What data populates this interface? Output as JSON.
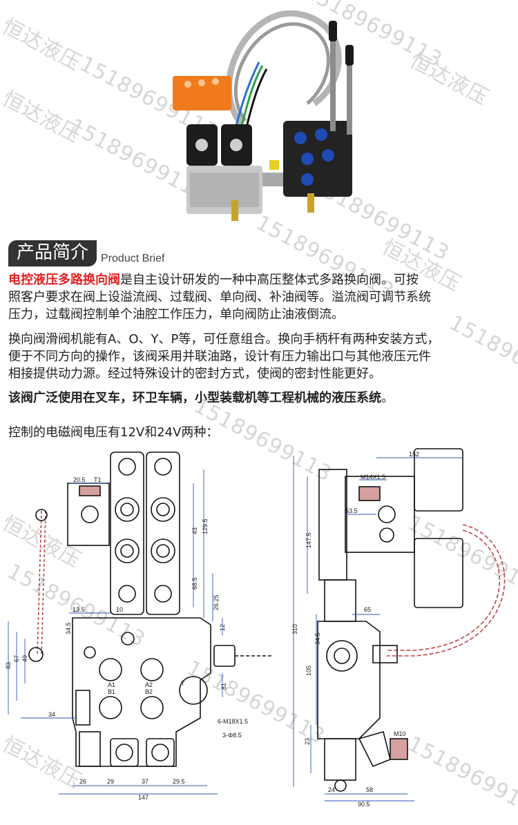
{
  "watermark": {
    "brand": "恒达液压",
    "phone": "15189699113"
  },
  "section": {
    "title_cn": "产品简介",
    "title_en": "Product Brief"
  },
  "intro": {
    "highlight": "电控液压多路换向阀",
    "line1_rest": "是自主设计研发的一种中高压整体式多路换向阀。可按",
    "line2": "照客户要求在阀上设溢流阀、过载阀、单向阀、补油阀等。溢流阀可调节系统",
    "line3": "压力，过载阀控制单个油腔工作压力，单向阀防止油液倒流。"
  },
  "spool": {
    "line1": "换向阀滑阀机能有A、O、Y、P等，可任意组合。换向手柄杆有两种安装方式，",
    "line2": "便于不同方向的操作，该阀采用并联油路，设计有压力输出口与其他液压元件",
    "line3": "相接提供动力源。经过特殊设计的密封方式，使阀的密封性能更好。"
  },
  "usage": {
    "text": "该阀广泛使用在叉车，环卫车辆，小型装载机等工程机械的液压系统",
    "end": "。"
  },
  "voltage": {
    "text": "控制的电磁阀电压有12V和24V两种："
  },
  "front_view": {
    "dims": [
      "20.5",
      "T1",
      "13.5",
      "10",
      "34.5",
      "12",
      "49",
      "67",
      "83",
      "34",
      "43",
      "129.5",
      "68.5",
      "26.25",
      "81",
      "26",
      "29",
      "37",
      "29.5",
      "147"
    ],
    "ports": [
      "A1",
      "A2",
      "B1",
      "B2",
      "T"
    ],
    "callouts": [
      "6-M18X1.5",
      "3-Φ8.5"
    ]
  },
  "side_view": {
    "dims": [
      "152",
      "M14X1.5",
      "53.5",
      "147.5",
      "310",
      "65",
      "34.5",
      "105",
      "23",
      "24",
      "58",
      "90.5",
      "M10"
    ]
  }
}
